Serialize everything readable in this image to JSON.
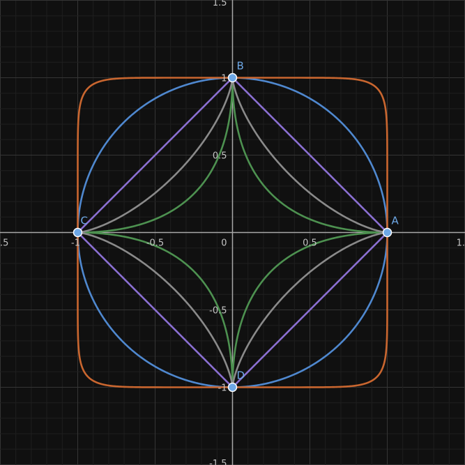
{
  "chart_data": {
    "type": "line",
    "title": "",
    "xlabel": "",
    "ylabel": "",
    "xlim": [
      -1.5,
      1.5
    ],
    "ylim": [
      -1.5,
      1.5
    ],
    "grid": true,
    "x_ticks": [
      {
        "value": -1.5,
        "label": ".5"
      },
      {
        "value": -1,
        "label": "-1"
      },
      {
        "value": -0.5,
        "label": "-0.5"
      },
      {
        "value": 0,
        "label": "0"
      },
      {
        "value": 0.5,
        "label": "0.5"
      },
      {
        "value": 1.5,
        "label": "1."
      }
    ],
    "y_ticks": [
      {
        "value": 1.5,
        "label": "1.5"
      },
      {
        "value": 1,
        "label": "1"
      },
      {
        "value": 0.5,
        "label": "0.5"
      },
      {
        "value": -0.5,
        "label": "-0.5"
      },
      {
        "value": -1,
        "label": "-1"
      },
      {
        "value": -1.5,
        "label": "-1.5"
      }
    ],
    "series": [
      {
        "exponent": 0.5,
        "color": "#4d9150"
      },
      {
        "exponent": 0.7,
        "color": "#8a8a8a"
      },
      {
        "exponent": 1.0,
        "color": "#8a6fd1"
      },
      {
        "exponent": 2.0,
        "color": "#4f88cf"
      },
      {
        "exponent": 10.0,
        "color": "#c9662f"
      }
    ],
    "points": [
      {
        "name": "A",
        "x": 1,
        "y": 0
      },
      {
        "name": "B",
        "x": 0,
        "y": 1
      },
      {
        "name": "C",
        "x": -1,
        "y": 0
      },
      {
        "name": "D",
        "x": 0,
        "y": -1
      }
    ],
    "colors": {
      "background": "#101010",
      "grid_minor": "#1f1f1f",
      "grid_major": "#353535",
      "axis": "#a8a8a8",
      "point_fill": "#6ea8e6",
      "point_stroke": "#ffffff",
      "point_label": "#6ea8e6"
    }
  }
}
